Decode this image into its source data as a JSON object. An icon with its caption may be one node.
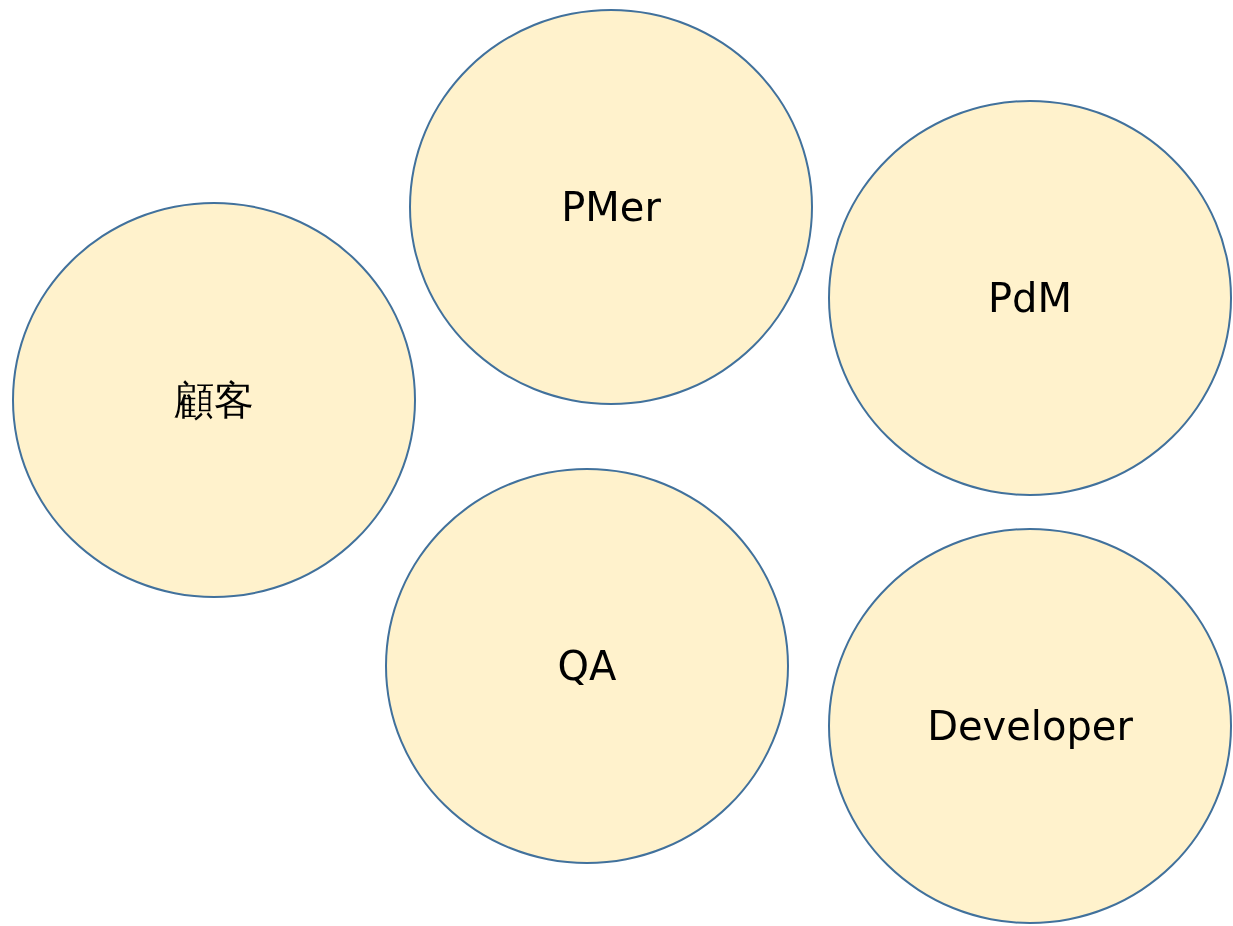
{
  "diagram": {
    "nodes": [
      {
        "text": [
          "顧客"
        ]
      },
      {
        "text": [
          "PMer"
        ]
      },
      {
        "text": [
          "PdM"
        ]
      },
      {
        "text": [
          "QA"
        ]
      },
      {
        "text": [
          "Developer"
        ]
      }
    ]
  }
}
